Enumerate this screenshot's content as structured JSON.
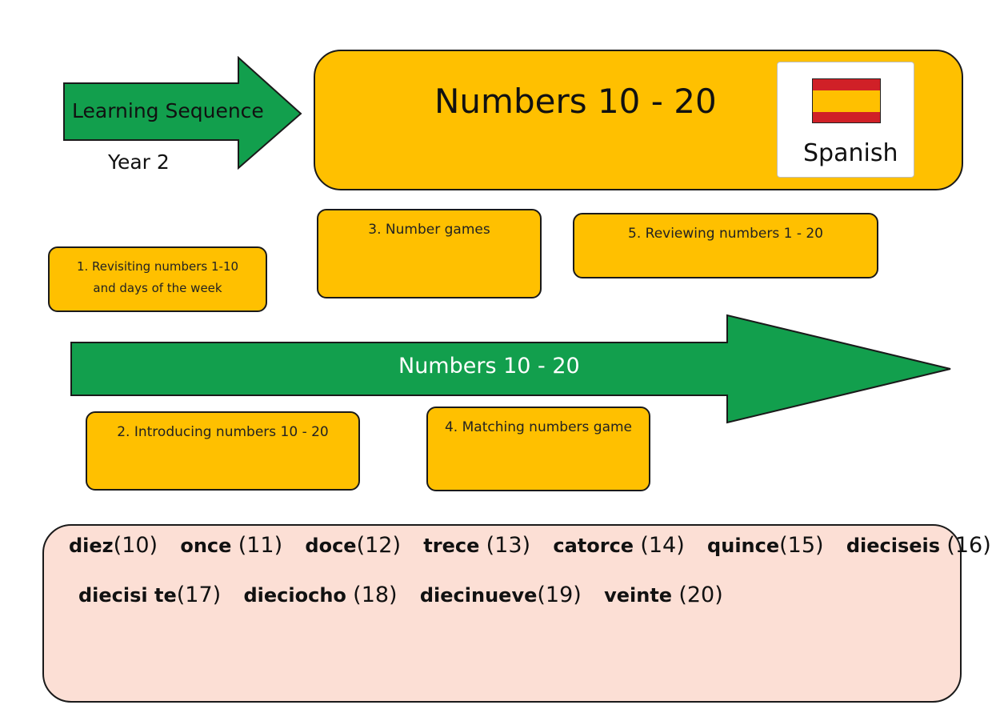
{
  "header": {
    "arrow_label": "Learning Sequence",
    "year": "Year 2",
    "title": "Numbers 10 - 20",
    "language": "Spanish"
  },
  "colors": {
    "green": "#129f4d",
    "amber": "#ffc000",
    "pink": "#fcdfd5",
    "flag_red": "#d02027",
    "flag_yellow": "#ffc000"
  },
  "steps": [
    {
      "label": "1. Revisiting numbers 1-10 and days of the week"
    },
    {
      "label": "2. Introducing numbers 10 - 20"
    },
    {
      "label": "3. Number games"
    },
    {
      "label": "4. Matching numbers game"
    },
    {
      "label": "5. Reviewing numbers 1 - 20"
    }
  ],
  "timeline_label": "Numbers 10 - 20",
  "vocabulary": {
    "line1": [
      {
        "word": "diez",
        "number": "(10)"
      },
      {
        "word": "once",
        "number": "(11)"
      },
      {
        "word": "doce",
        "number": "(12)"
      },
      {
        "word": "trece",
        "number": "(13)"
      },
      {
        "word": "catorce",
        "number": "(14)"
      },
      {
        "word": "quince",
        "number": "(15)"
      },
      {
        "word": "dieciseis",
        "number": "(16)"
      }
    ],
    "line2": [
      {
        "word": "diecisi te",
        "number": "(17)"
      },
      {
        "word": "dieciocho",
        "number": "(18)"
      },
      {
        "word": "diecinueve",
        "number": "(19)"
      },
      {
        "word": "veinte",
        "number": "(20)"
      }
    ]
  }
}
